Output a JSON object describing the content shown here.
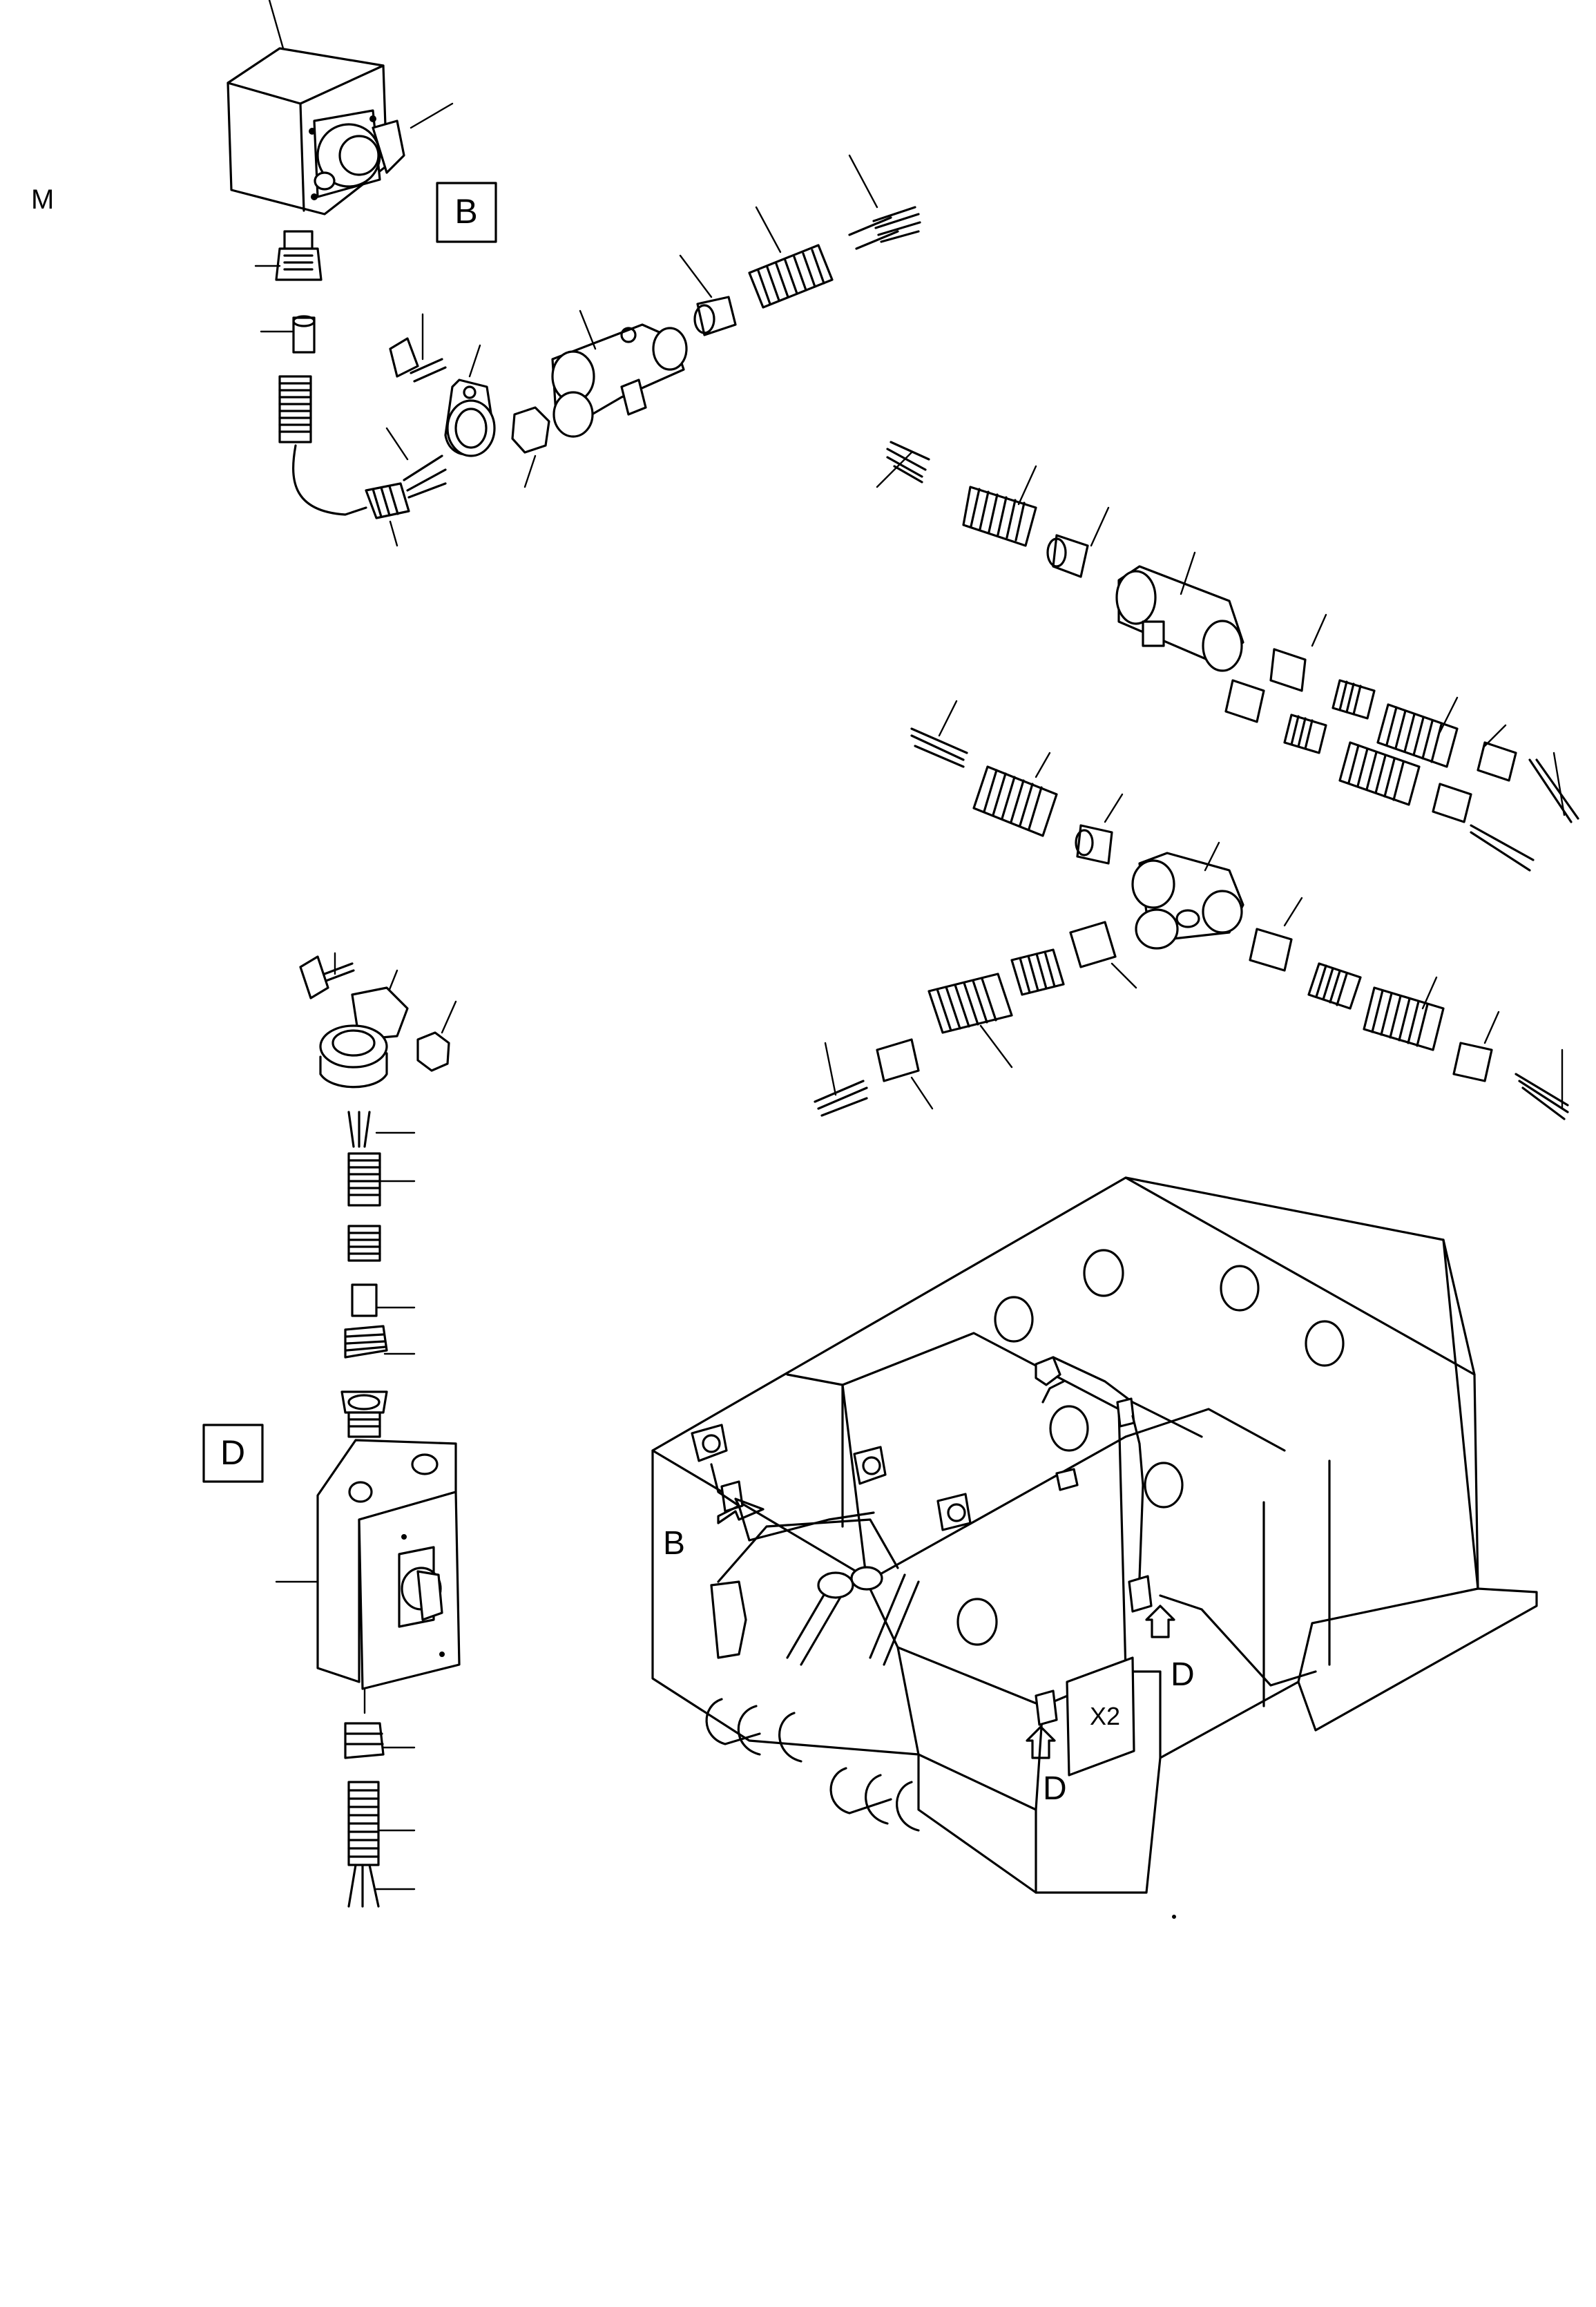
{
  "labels": {
    "sheet_letter": "M",
    "detail_b": "B",
    "detail_d": "D",
    "callout_b": "B",
    "callout_d_right": "D",
    "callout_d_lower": "D",
    "box_x2": "X2"
  }
}
